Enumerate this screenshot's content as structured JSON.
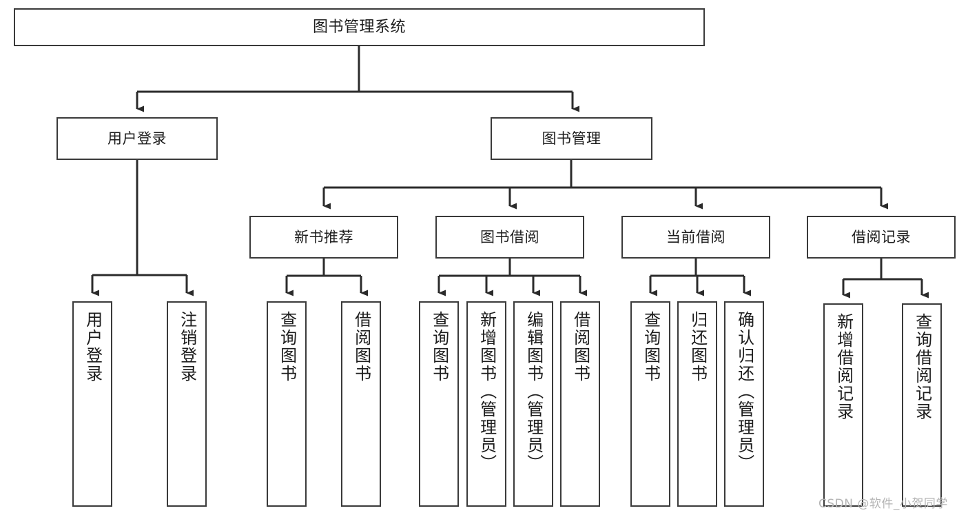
{
  "diagram": {
    "type": "tree-hierarchy-chart",
    "title": "图书管理系统",
    "watermark": "CSDN @软件_小贺同学",
    "levels": [
      {
        "level": 1,
        "nodes": [
          {
            "id": "root",
            "label": "图书管理系统",
            "orientation": "horizontal"
          }
        ]
      },
      {
        "level": 2,
        "nodes": [
          {
            "id": "user-login",
            "label": "用户登录",
            "orientation": "horizontal",
            "parent": "root"
          },
          {
            "id": "book-manage",
            "label": "图书管理",
            "orientation": "horizontal",
            "parent": "root"
          }
        ]
      },
      {
        "level": 3,
        "nodes": [
          {
            "id": "new-book-recommend",
            "label": "新书推荐",
            "orientation": "horizontal",
            "parent": "book-manage"
          },
          {
            "id": "book-borrow",
            "label": "图书借阅",
            "orientation": "horizontal",
            "parent": "book-manage"
          },
          {
            "id": "current-borrow",
            "label": "当前借阅",
            "orientation": "horizontal",
            "parent": "book-manage"
          },
          {
            "id": "borrow-record",
            "label": "借阅记录",
            "orientation": "horizontal",
            "parent": "book-manage"
          }
        ]
      },
      {
        "level": 4,
        "nodes": [
          {
            "id": "leaf-user-login",
            "label": "用户登录",
            "orientation": "vertical",
            "parent": "user-login"
          },
          {
            "id": "leaf-logout-login",
            "label": "注销登录",
            "orientation": "vertical",
            "parent": "user-login"
          },
          {
            "id": "leaf-query-book-1",
            "label": "查询图书",
            "orientation": "vertical",
            "parent": "new-book-recommend"
          },
          {
            "id": "leaf-borrow-book-1",
            "label": "借阅图书",
            "orientation": "vertical",
            "parent": "new-book-recommend"
          },
          {
            "id": "leaf-query-book-2",
            "label": "查询图书",
            "orientation": "vertical",
            "parent": "book-borrow"
          },
          {
            "id": "leaf-add-book",
            "label": "新增图书（管理员）",
            "orientation": "vertical",
            "parent": "book-borrow"
          },
          {
            "id": "leaf-edit-book",
            "label": "编辑图书（管理员）",
            "orientation": "vertical",
            "parent": "book-borrow"
          },
          {
            "id": "leaf-borrow-book-2",
            "label": "借阅图书",
            "orientation": "vertical",
            "parent": "book-borrow"
          },
          {
            "id": "leaf-query-book-3",
            "label": "查询图书",
            "orientation": "vertical",
            "parent": "current-borrow"
          },
          {
            "id": "leaf-return-book",
            "label": "归还图书",
            "orientation": "vertical",
            "parent": "current-borrow"
          },
          {
            "id": "leaf-confirm-return",
            "label": "确认归还（管理员）",
            "orientation": "vertical",
            "parent": "current-borrow"
          },
          {
            "id": "leaf-add-record",
            "label": "新增借阅记录",
            "orientation": "vertical",
            "parent": "borrow-record"
          },
          {
            "id": "leaf-query-record",
            "label": "查询借阅记录",
            "orientation": "vertical",
            "parent": "borrow-record"
          }
        ]
      }
    ],
    "colors": {
      "box_border": "#3a3a3a",
      "box_fill": "#ffffff",
      "connector": "#2b2b2b",
      "text": "#1d1d1d",
      "watermark": "#b4b4b4",
      "background": "#ffffff"
    }
  }
}
